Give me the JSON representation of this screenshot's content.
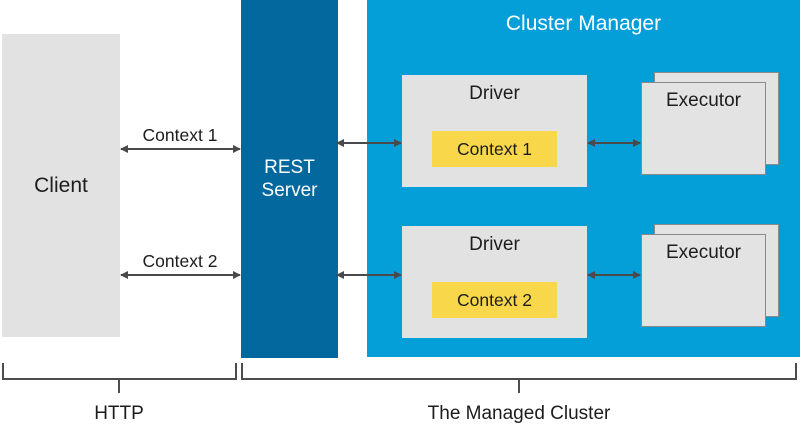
{
  "client": {
    "label": "Client"
  },
  "rest_server": {
    "label_line1": "REST",
    "label_line2": "Server"
  },
  "cluster_manager": {
    "title": "Cluster Manager"
  },
  "connections": [
    {
      "label": "Context 1"
    },
    {
      "label": "Context 2"
    }
  ],
  "rows": [
    {
      "driver_label": "Driver",
      "context_label": "Context 1",
      "executor_label": "Executor"
    },
    {
      "driver_label": "Driver",
      "context_label": "Context 2",
      "executor_label": "Executor"
    }
  ],
  "braces": [
    {
      "label": "HTTP"
    },
    {
      "label": "The Managed Cluster"
    }
  ],
  "colors": {
    "dark_blue": "#02689e",
    "cyan": "#049fd9",
    "yellow": "#f8d74a",
    "light_gray": "#e2e2e2",
    "executor_gray": "#e3e3e3",
    "executor_border": "#8a8a8a",
    "arrow": "#4a4a4a",
    "bracket": "#4d4d4d",
    "text_dark": "#1d1d1d",
    "text_white": "#ffffff"
  }
}
